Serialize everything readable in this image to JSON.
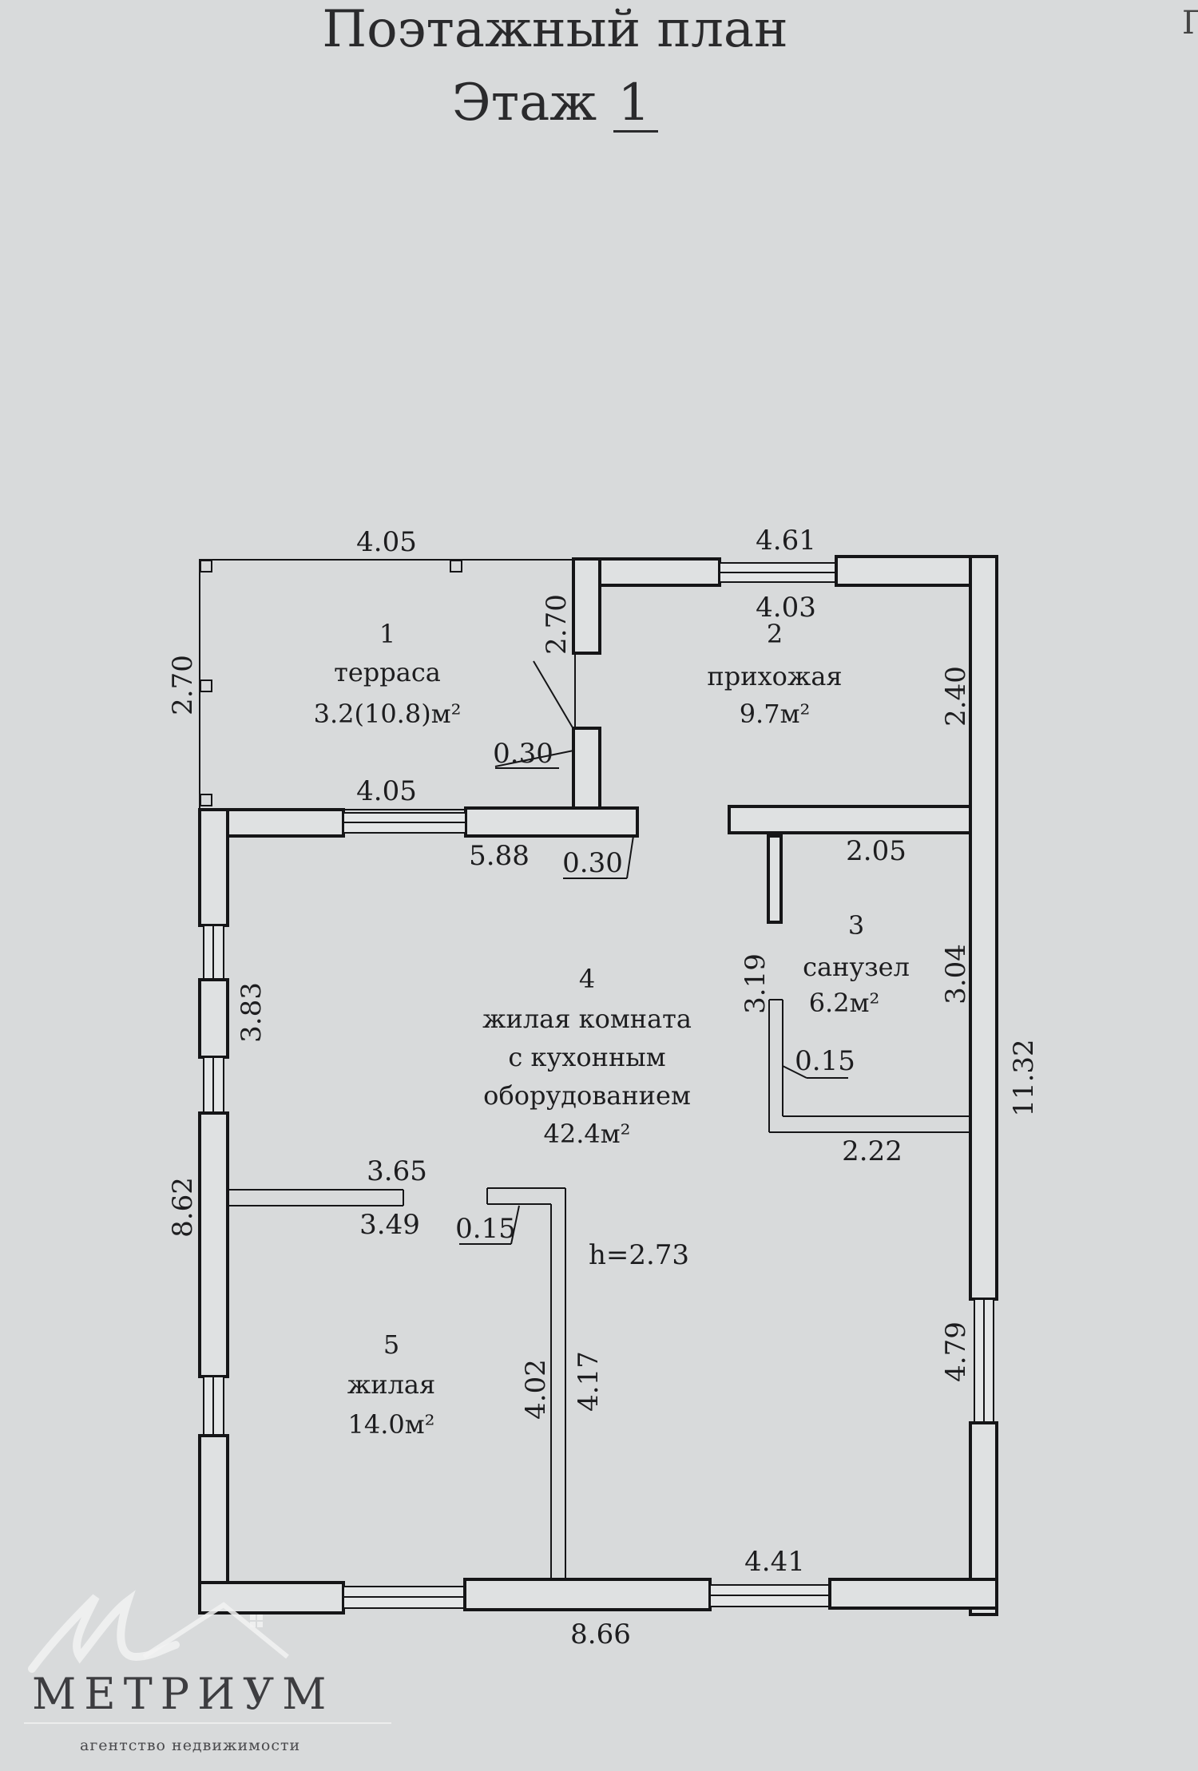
{
  "header": {
    "title": "Поэтажный план",
    "floor_prefix": "Этаж",
    "floor_number": "1",
    "corner_mark": "П"
  },
  "plan": {
    "ceiling_height": "h=2.73",
    "rooms": [
      {
        "number": "1",
        "name": "терраса",
        "area": "3.2(10.8)м²"
      },
      {
        "number": "2",
        "name": "прихожая",
        "area": "9.7м²"
      },
      {
        "number": "3",
        "name": "санузел",
        "area": "6.2м²"
      },
      {
        "number": "4",
        "name_lines": [
          "жилая комната",
          "с кухонным",
          "оборудованием"
        ],
        "area": "42.4м²"
      },
      {
        "number": "5",
        "name": "жилая",
        "area": "14.0м²"
      }
    ],
    "dimensions": {
      "terrace_top": "4.05",
      "terrace_bottom": "4.05",
      "terrace_left": "2.70",
      "terrace_right": "2.70",
      "hall_top_outer": "4.61",
      "hall_top_inner": "4.03",
      "hall_right": "2.40",
      "wall_thickness_hall": "0.30",
      "wall_thickness_bottom": "0.30",
      "living_top": "5.88",
      "bath_top": "2.05",
      "bath_left": "3.19",
      "bath_right": "3.04",
      "bath_wall": "0.15",
      "bath_bottom": "2.22",
      "overall_right": "11.32",
      "left_window_segment": "3.83",
      "overall_left": "8.62",
      "partition_top": "3.65",
      "partition_bottom": "3.49",
      "partition_wall": "0.15",
      "bedroom_inner": "4.02",
      "bedroom_outer": "4.17",
      "right_lower": "4.79",
      "bottom_inner": "4.41",
      "overall_bottom": "8.66"
    }
  },
  "branding": {
    "name": "МЕТРИУМ",
    "subtitle": "агентство недвижимости"
  },
  "colors": {
    "background": "#d8dadb",
    "ink": "#151517"
  }
}
